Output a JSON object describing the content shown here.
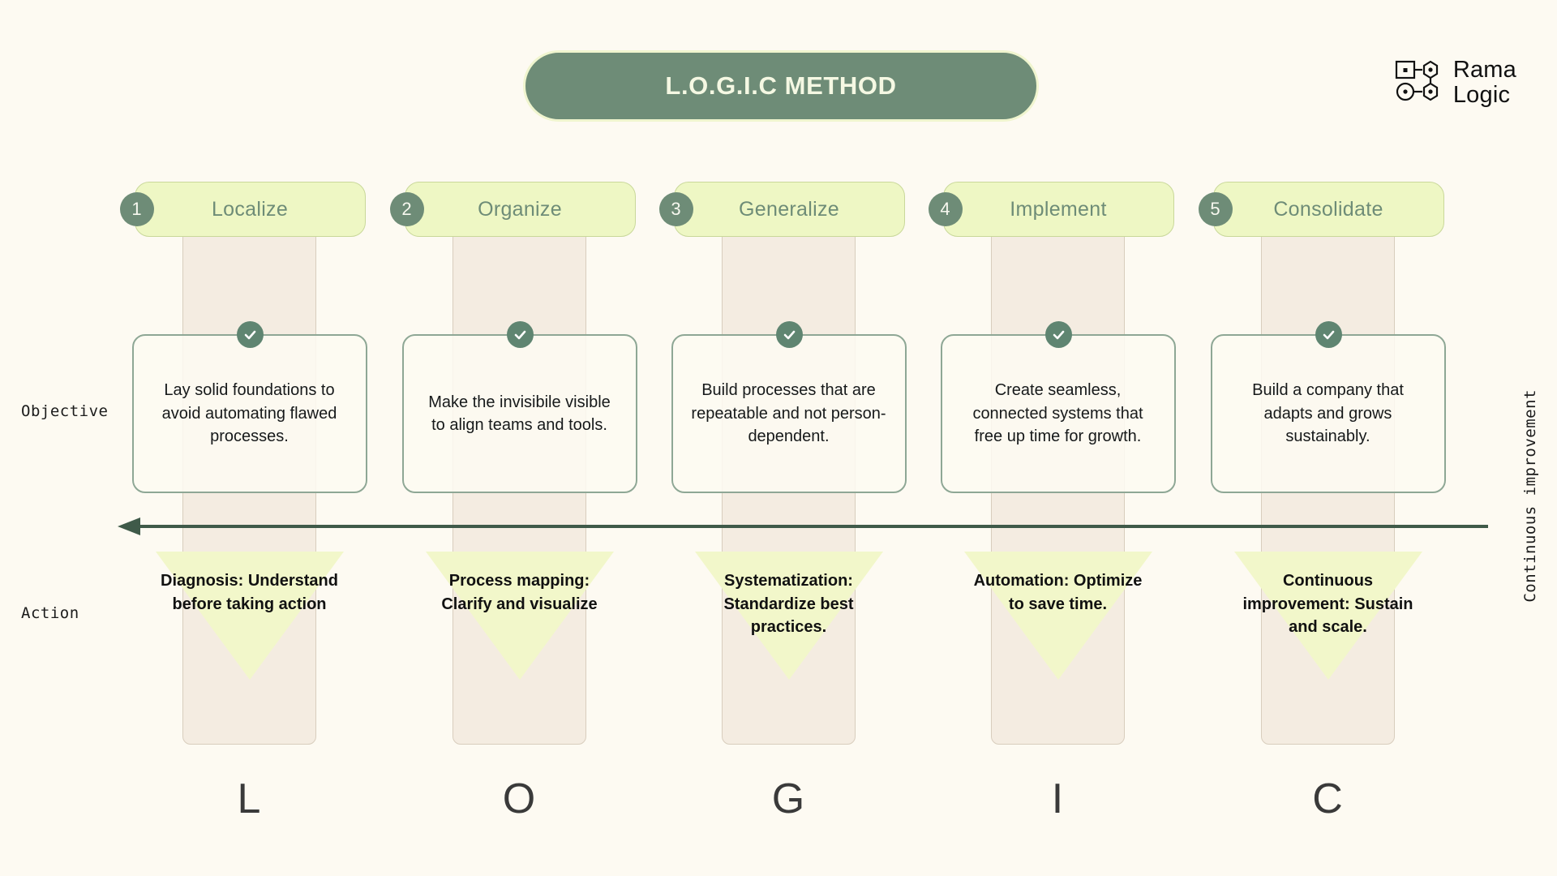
{
  "header": {
    "title": "L.O.G.I.C METHOD",
    "logo": {
      "line1": "Rama",
      "line2": "Logic",
      "icon": "node-graph-icon"
    }
  },
  "axis": {
    "objective_label": "Objective",
    "action_label": "Action",
    "continuous_label": "Continuous improvement",
    "arrow_direction": "left"
  },
  "colors": {
    "background": "#fdfaf2",
    "sage": "#6e8c77",
    "sage_dark": "#3f5a49",
    "pale_yellow": "#eef7c4",
    "triangle_yellow": "#f2f7ca",
    "column_beige": "#f4ece1",
    "card_border": "#8ea795"
  },
  "steps": [
    {
      "number": "1",
      "name": "Localize",
      "letter": "L",
      "objective": "Lay solid foundations to avoid automating flawed processes.",
      "action": "Diagnosis: Understand before taking action"
    },
    {
      "number": "2",
      "name": "Organize",
      "letter": "O",
      "objective": "Make the invisibile visible to align teams and tools.",
      "action": "Process mapping: Clarify and visualize"
    },
    {
      "number": "3",
      "name": "Generalize",
      "letter": "G",
      "objective": "Build processes that are repeatable and not person-dependent.",
      "action": "Systematization: Standardize best practices."
    },
    {
      "number": "4",
      "name": "Implement",
      "letter": "I",
      "objective": "Create seamless, connected systems that free up time for growth.",
      "action": "Automation: Optimize to save time."
    },
    {
      "number": "5",
      "name": "Consolidate",
      "letter": "C",
      "objective": "Build a company that adapts and grows sustainably.",
      "action": "Continuous improvement: Sustain and scale."
    }
  ]
}
